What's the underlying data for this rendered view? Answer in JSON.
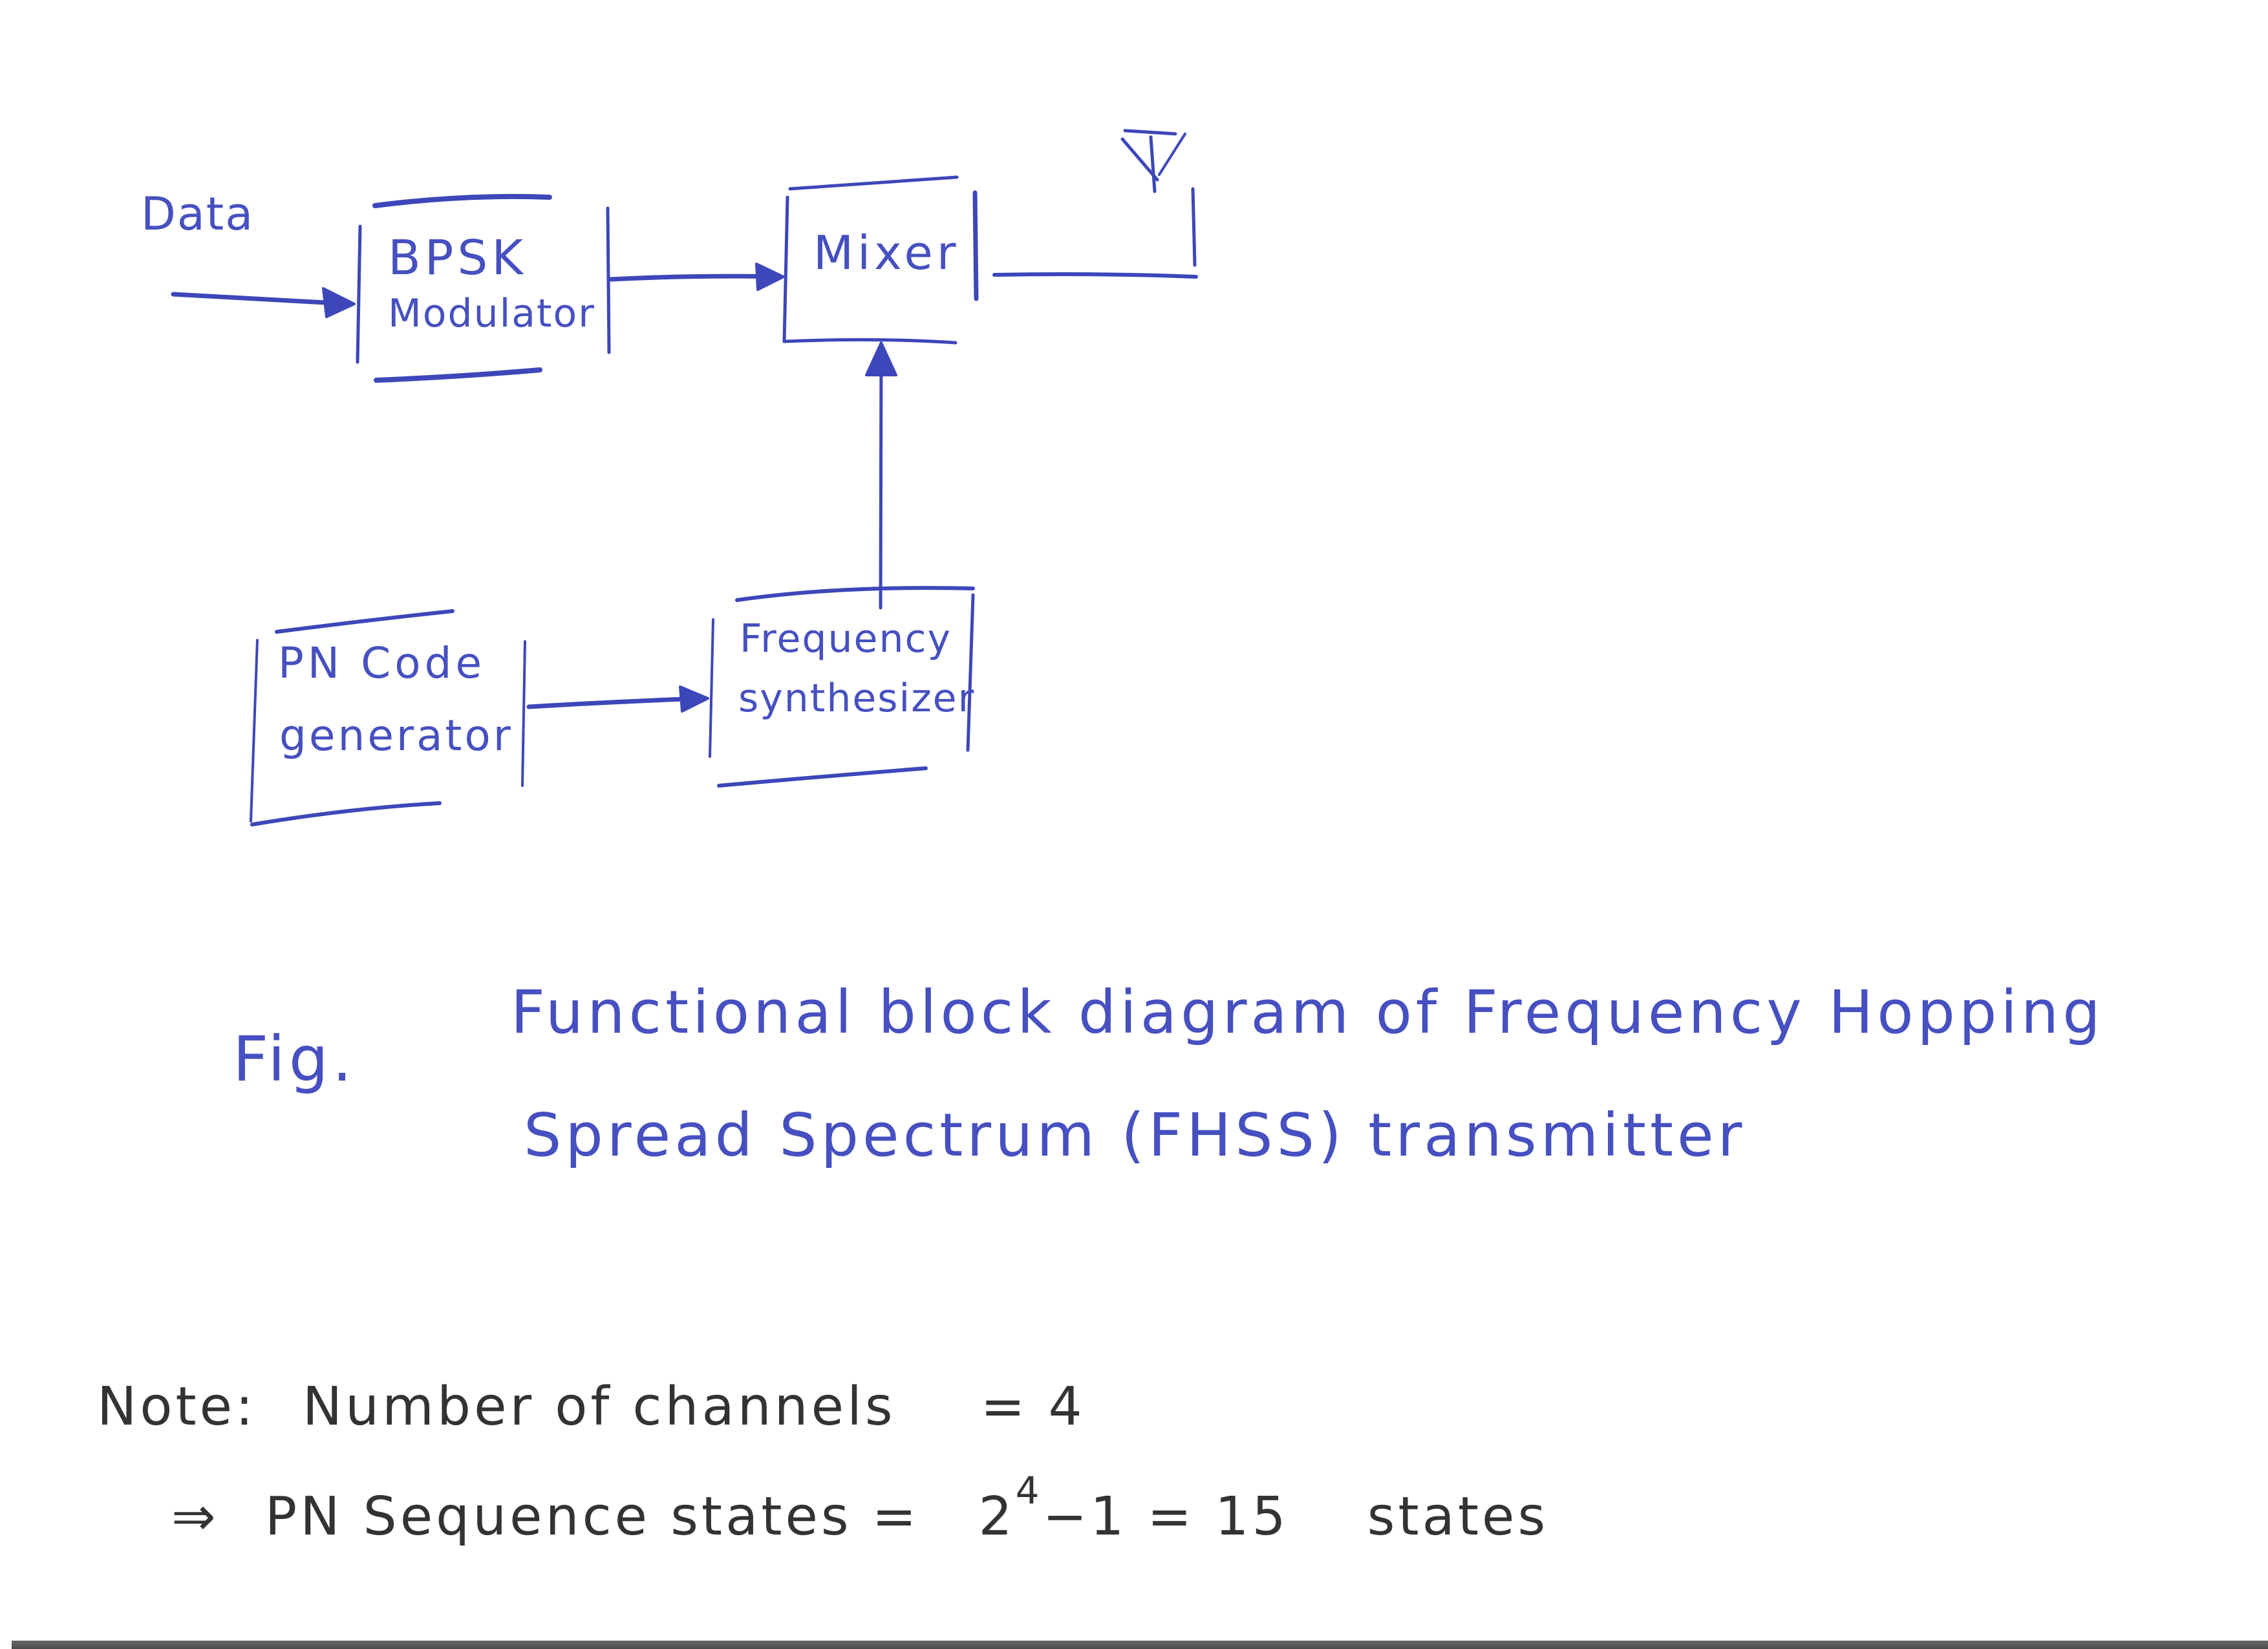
{
  "diagram": {
    "ink_color": "#3d47b9",
    "note_ink_color": "#333333",
    "input_label": "Data",
    "blocks": {
      "bpsk": {
        "line1": "BPSK",
        "line2": "Modulator"
      },
      "mixer": {
        "line1": "Mixer"
      },
      "pn": {
        "line1": "PN Code",
        "line2": "generator"
      },
      "synth": {
        "line1": "Frequency",
        "line2": "synthesizer"
      }
    },
    "connections": [
      {
        "from": "Data",
        "to": "BPSK Modulator"
      },
      {
        "from": "BPSK Modulator",
        "to": "Mixer"
      },
      {
        "from": "PN Code generator",
        "to": "Frequency synthesizer"
      },
      {
        "from": "Frequency synthesizer",
        "to": "Mixer"
      },
      {
        "from": "Mixer",
        "to": "Antenna"
      }
    ],
    "output_icon": "antenna-icon"
  },
  "caption": {
    "prefix": "Fig.",
    "line1": "Functional  block diagram  of  Frequency Hopping",
    "line2": "Spread Spectrum  (FHSS)  transmitter"
  },
  "notes": {
    "line1_label": "Note:",
    "line1_text": "Number  of  channels",
    "line1_eq": "= 4",
    "line2_arrow": "⇒",
    "line2_text": "PN  Sequence  states =",
    "line2_base": "2",
    "line2_exp": "4",
    "line2_rest": "−1  =  15",
    "line2_unit": "states"
  }
}
